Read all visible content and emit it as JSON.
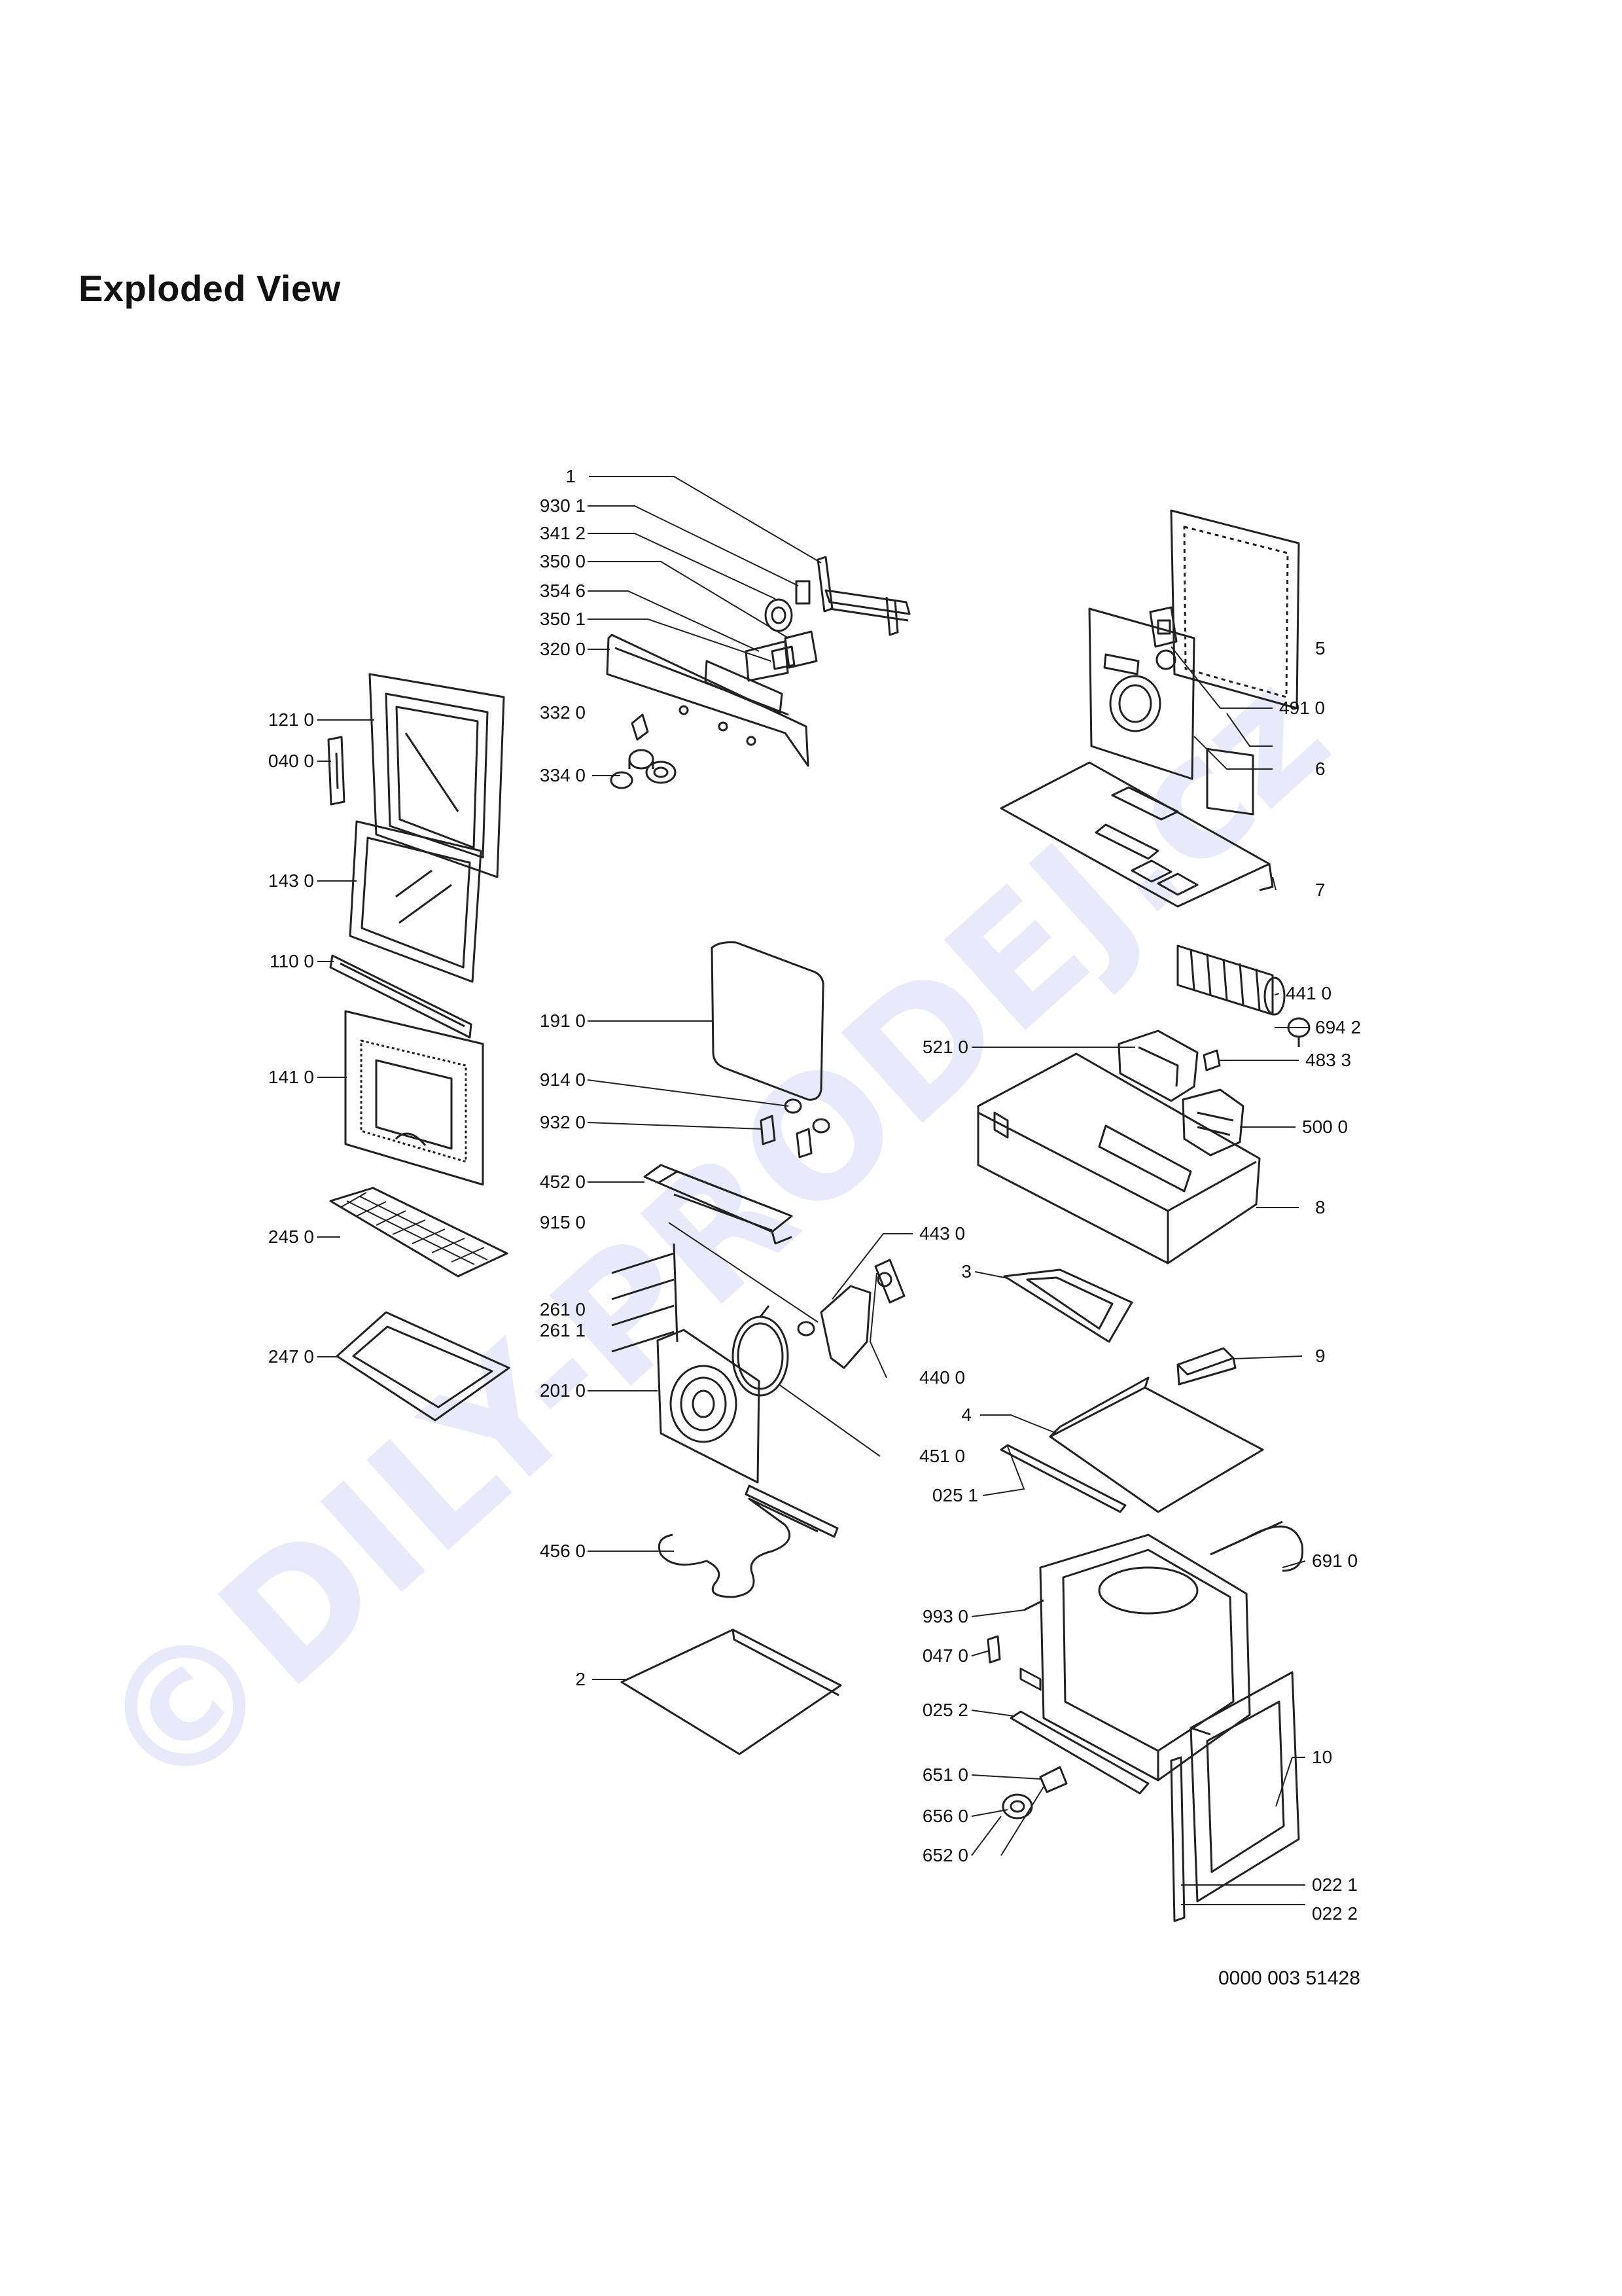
{
  "page": {
    "title": "Exploded View",
    "document_code": "0000 003 51428",
    "watermark": "©DILY-PRODEJ.cz",
    "line_color": "#222222",
    "watermark_color": "#e9e9fb"
  },
  "callouts": {
    "c_1": "1",
    "c_930_1": "930 1",
    "c_341_2": "341 2",
    "c_350_0": "350 0",
    "c_354_6": "354 6",
    "c_350_1": "350 1",
    "c_320_0": "320 0",
    "c_332_0": "332 0",
    "c_334_0": "334 0",
    "c_121_0": "121 0",
    "c_040_0": "040 0",
    "c_143_0": "143 0",
    "c_110_0": "110 0",
    "c_141_0": "141 0",
    "c_245_0": "245 0",
    "c_247_0": "247 0",
    "c_191_0": "191 0",
    "c_914_0": "914 0",
    "c_932_0": "932 0",
    "c_452_0": "452 0",
    "c_915_0": "915 0",
    "c_261_0": "261 0",
    "c_261_1": "261 1",
    "c_201_0": "201 0",
    "c_456_0": "456 0",
    "c_2": "2",
    "c_5": "5",
    "c_491_0": "491 0",
    "c_6": "6",
    "c_7": "7",
    "c_441_0": "441 0",
    "c_694_2": "694 2",
    "c_521_0": "521 0",
    "c_483_3": "483 3",
    "c_500_0": "500 0",
    "c_8": "8",
    "c_443_0": "443 0",
    "c_3": "3",
    "c_440_0": "440 0",
    "c_9": "9",
    "c_451_0": "451 0",
    "c_4": "4",
    "c_025_1": "025 1",
    "c_691_0": "691 0",
    "c_993_0": "993 0",
    "c_047_0": "047 0",
    "c_025_2": "025 2",
    "c_10": "10",
    "c_651_0": "651 0",
    "c_656_0": "656 0",
    "c_652_0": "652 0",
    "c_022_1": "022 1",
    "c_022_2": "022 2"
  }
}
